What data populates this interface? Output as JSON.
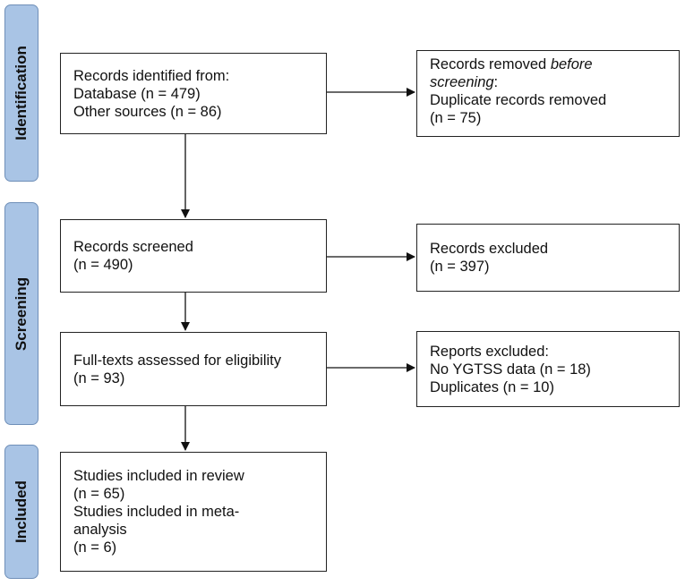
{
  "phases": {
    "identification": "Identification",
    "screening": "Screening",
    "included": "Included"
  },
  "boxes": {
    "identified": [
      "Records identified from:",
      "Database (n = 479)",
      "Other sources (n = 86)"
    ],
    "removed": {
      "line1_prefix": "Records removed ",
      "line1_emph": "before",
      "line2_emph": "screening",
      "line2_suffix": ":",
      "line3": "Duplicate records removed",
      "line4": "(n = 75)"
    },
    "screened": [
      "Records screened",
      "(n = 490)"
    ],
    "excluded": [
      "Records excluded",
      "(n = 397)"
    ],
    "fulltext": [
      "Full-texts assessed for eligibility",
      "(n = 93)"
    ],
    "reports_excluded": [
      "Reports excluded:",
      "No YGTSS data (n = 18)",
      "Duplicates (n = 10)"
    ],
    "included": [
      "Studies included in review",
      "(n = 65)",
      "Studies included in meta-",
      "analysis",
      "(n = 6)"
    ]
  }
}
